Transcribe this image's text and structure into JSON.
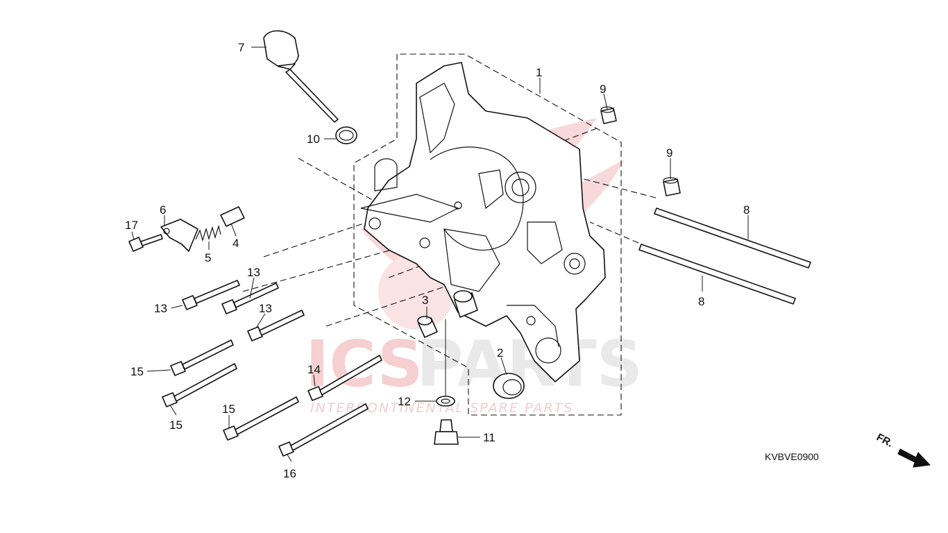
{
  "watermark": {
    "brand_part1": "ICS",
    "brand_part2": "PARTS",
    "tagline": "INTERCONTINENTAL SPARE PARTS",
    "colors": {
      "red": "#e23c44",
      "gray": "#b8b8b8"
    }
  },
  "diagram_code": "KVBVE0900",
  "front_indicator": "FR.",
  "callouts": {
    "c1": "1",
    "c2": "2",
    "c3": "3",
    "c4": "4",
    "c5": "5",
    "c6": "6",
    "c7": "7",
    "c8a": "8",
    "c8b": "8",
    "c9a": "9",
    "c9b": "9",
    "c10": "10",
    "c11": "11",
    "c12": "12",
    "c13a": "13",
    "c13b": "13",
    "c13c": "13",
    "c14": "14",
    "c15a": "15",
    "c15b": "15",
    "c15c": "15",
    "c16": "16",
    "c17": "17"
  }
}
